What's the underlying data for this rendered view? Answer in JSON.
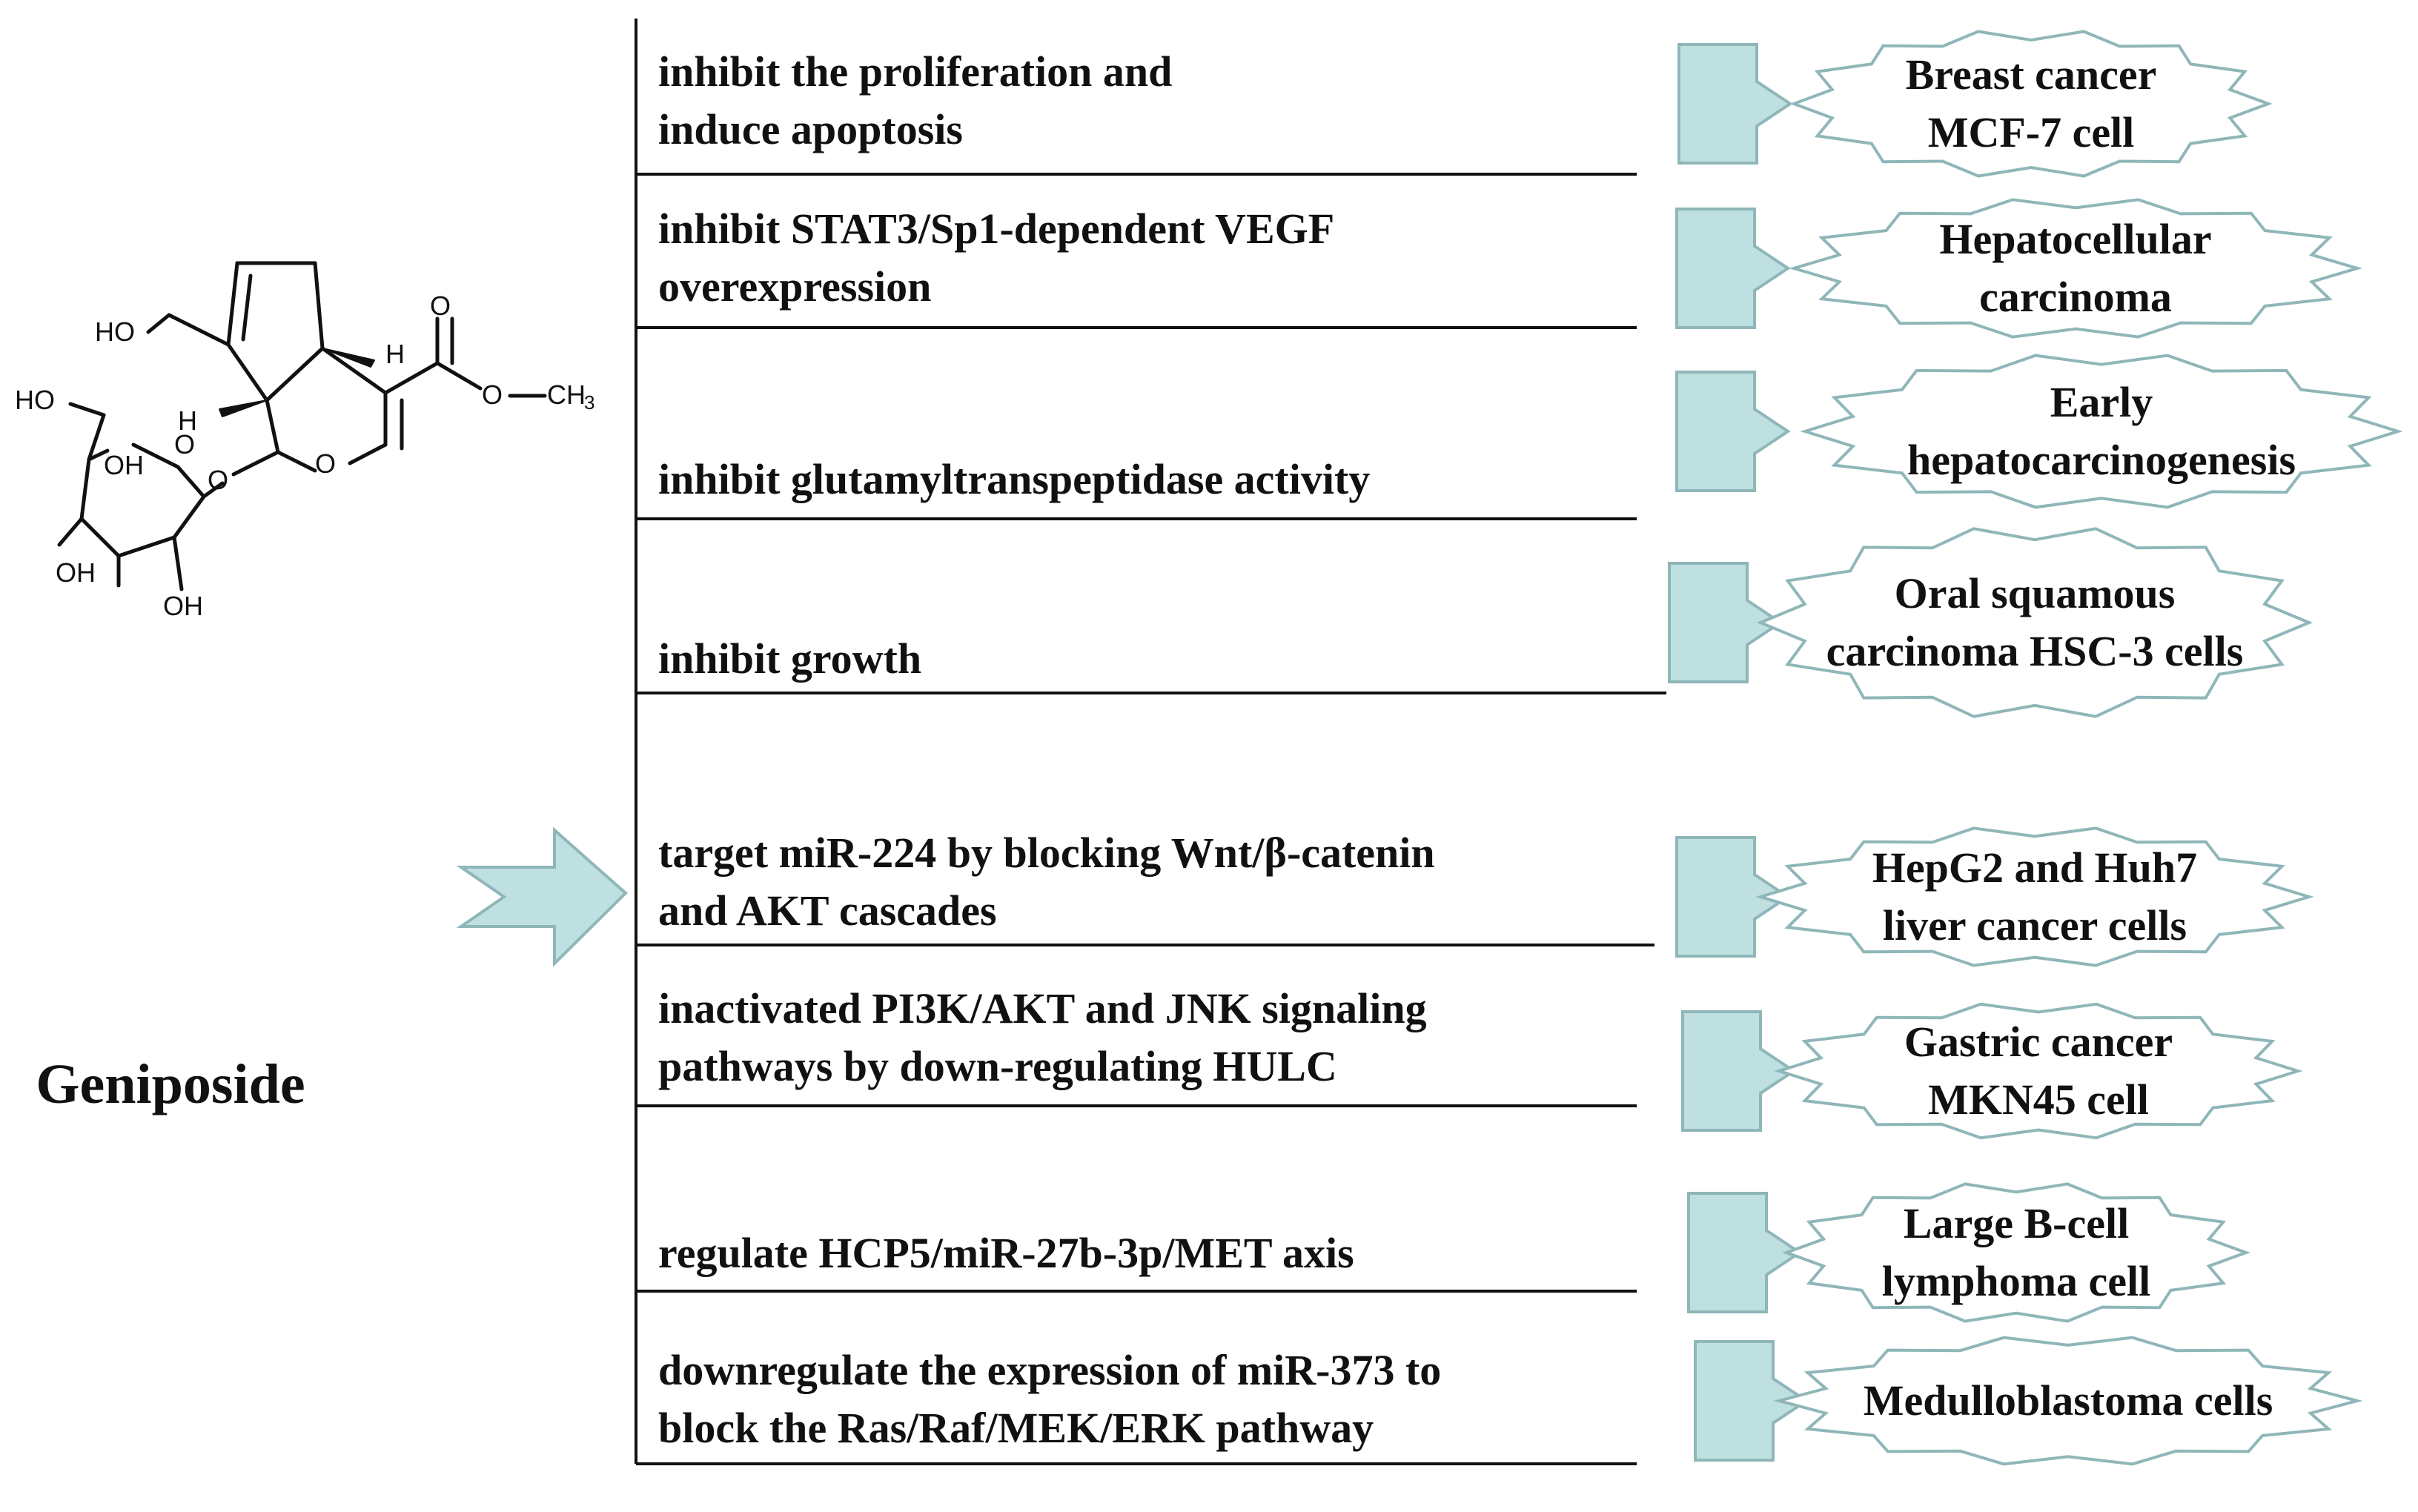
{
  "compound": {
    "name": "Geniposide",
    "structure_labels": {
      "ho_1": "HO",
      "ho_2": "HO",
      "h_1": "H",
      "h_2": "H",
      "o_carbonyl": "O",
      "o_ester": "O",
      "ch3": "CH",
      "ch3_sub": "3",
      "o_ring": "O",
      "o_pyran": "O",
      "o_link": "O",
      "oh_1": "OH",
      "oh_2": "OH",
      "oh_3": "OH"
    }
  },
  "arrow_color": "#bfe0e0",
  "arrow_stroke": "#8fb6b8",
  "line_color": "#111111",
  "entries": [
    {
      "mechanism": [
        "inhibit the proliferation and",
        "induce apoptosis"
      ],
      "target": [
        "Breast cancer",
        "MCF-7 cell"
      ]
    },
    {
      "mechanism": [
        "inhibit STAT3/Sp1-dependent VEGF",
        "overexpression"
      ],
      "target": [
        "Hepatocellular",
        "carcinoma"
      ]
    },
    {
      "mechanism": [
        "inhibit glutamyltranspeptidase activity"
      ],
      "target": [
        "Early",
        "hepatocarcinogenesis"
      ]
    },
    {
      "mechanism": [
        "inhibit growth"
      ],
      "target": [
        "Oral squamous",
        "carcinoma HSC-3 cells"
      ]
    },
    {
      "mechanism": [
        "target miR-224 by blocking Wnt/β-catenin",
        "and AKT cascades"
      ],
      "target": [
        "HepG2 and Huh7",
        "liver cancer cells"
      ]
    },
    {
      "mechanism": [
        "inactivated PI3K/AKT and JNK signaling",
        "pathways by down-regulating HULC"
      ],
      "target": [
        "Gastric cancer",
        "MKN45 cell"
      ]
    },
    {
      "mechanism": [
        "regulate HCP5/miR-27b-3p/MET axis"
      ],
      "target": [
        "Large B-cell",
        "lymphoma cell"
      ]
    },
    {
      "mechanism": [
        "downregulate the expression of miR-373 to",
        "block the Ras/Raf/MEK/ERK pathway"
      ],
      "target": [
        "Medulloblastoma cells"
      ]
    }
  ]
}
